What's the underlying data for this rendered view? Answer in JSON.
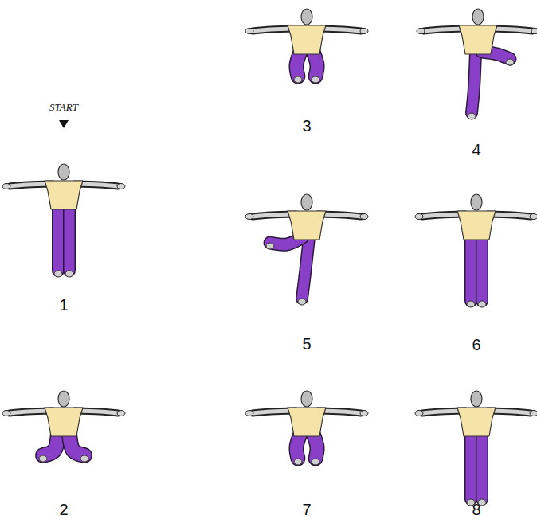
{
  "diagram": {
    "labels": [
      "3",
      "4",
      "START",
      "1",
      "5",
      "6",
      "2",
      "7",
      "8"
    ]
  }
}
